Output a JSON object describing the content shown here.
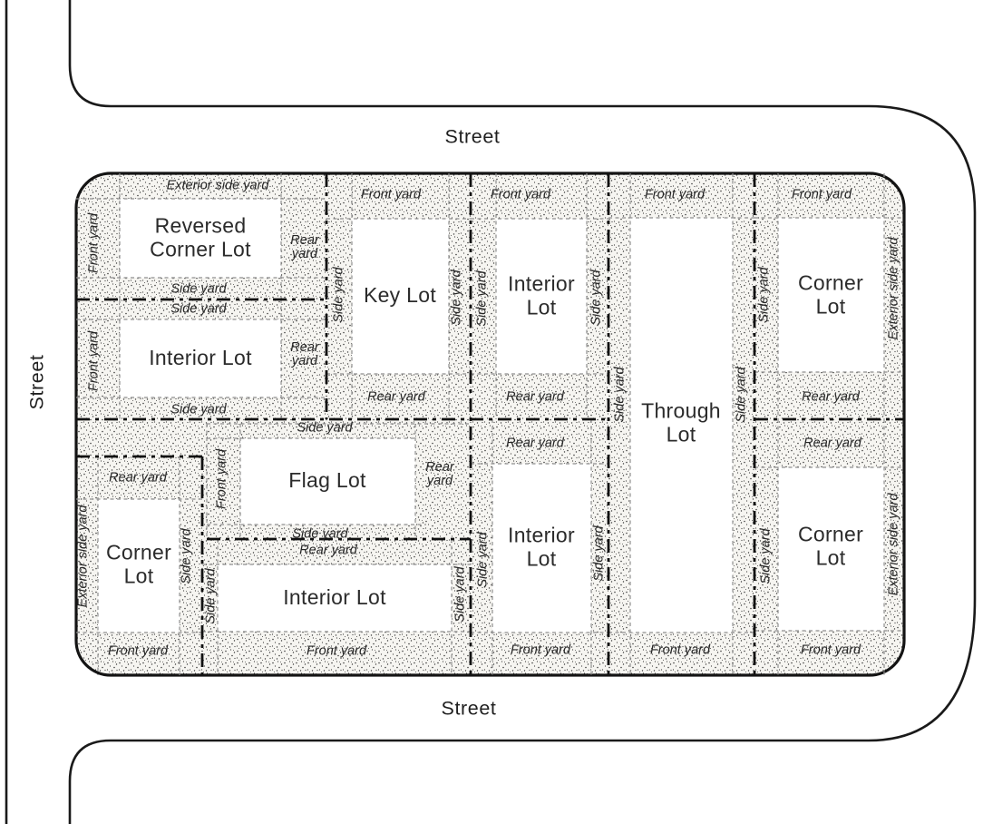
{
  "streets": {
    "top": "Street",
    "left": "Street",
    "bottom": "Street"
  },
  "colors": {
    "line": "#1a1a1a",
    "property_line": "#111111",
    "setback_dashed_line": "#8f8f8f",
    "stipple_dot": "#3d3d3d",
    "yard_fill": "#f6f5f1",
    "buildable_area_fill": "#ffffff"
  },
  "lots": {
    "reversed_corner": {
      "name": "Reversed Corner Lot",
      "yard_top": "Exterior side yard",
      "yard_left": "Front yard",
      "yard_right": "Rear yard",
      "yard_bottom": "Side yard"
    },
    "interior_nw": {
      "name": "Interior Lot",
      "yard_top": "Side yard",
      "yard_left": "Front yard",
      "yard_right": "Rear yard",
      "yard_bottom": "Side yard"
    },
    "key": {
      "name": "Key Lot",
      "yard_top": "Front yard",
      "yard_left": "Side yard",
      "yard_right": "Side yard",
      "yard_bottom": "Rear yard"
    },
    "interior_top": {
      "name": "Interior Lot",
      "yard_top": "Front yard",
      "yard_left": "Side yard",
      "yard_right": "Side yard",
      "yard_bottom": "Rear yard"
    },
    "through": {
      "name": "Through Lot",
      "yard_top": "Front yard",
      "yard_left": "Side yard",
      "yard_right": "Side yard",
      "yard_bottom": "Front yard"
    },
    "corner_ne": {
      "name": "Corner Lot",
      "yard_top": "Front yard",
      "yard_left": "Side yard",
      "yard_right": "Exterior side yard",
      "yard_bottom": "Rear yard"
    },
    "corner_sw": {
      "name": "Corner Lot",
      "yard_top": "Rear yard",
      "yard_left": "Exterior side yard",
      "yard_right": "Side yard",
      "yard_bottom": "Front yard"
    },
    "flag": {
      "name": "Flag Lot",
      "yard_top": "Side yard",
      "yard_left": "Front yard",
      "yard_right": "Rear yard",
      "yard_bottom": "Side yard"
    },
    "interior_sw": {
      "name": "Interior Lot",
      "yard_top": "Rear yard",
      "yard_left": "Side yard",
      "yard_right": "Side yard",
      "yard_bottom": "Front yard"
    },
    "interior_s": {
      "name": "Interior Lot",
      "yard_top": "Rear yard",
      "yard_left": "Side yard",
      "yard_right": "Side yard",
      "yard_bottom": "Front yard"
    },
    "corner_se": {
      "name": "Corner Lot",
      "yard_top": "Rear yard",
      "yard_left": "Side yard",
      "yard_right": "Exterior side yard",
      "yard_bottom": "Front yard"
    }
  }
}
